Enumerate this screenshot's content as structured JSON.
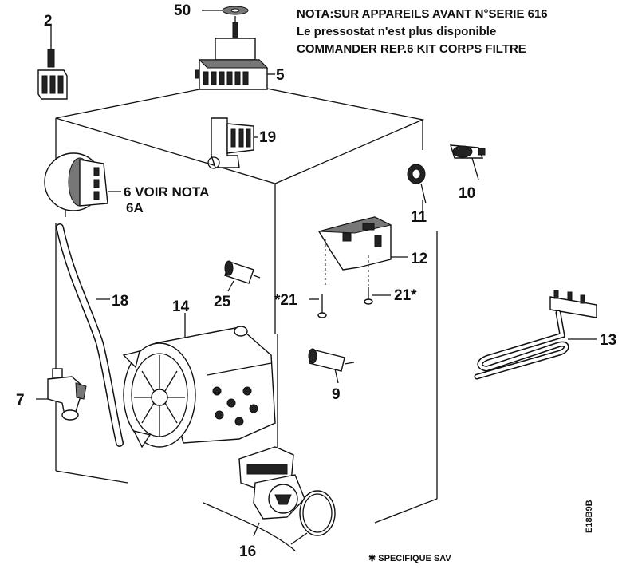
{
  "notes": {
    "line1": "NOTA:SUR APPAREILS AVANT N°SERIE 616",
    "line2": "Le pressostat n'est plus disponible",
    "line3": "COMMANDER REP.6 KIT CORPS FILTRE"
  },
  "footnote": "✱ SPECIFIQUE SAV",
  "drawing_ref": "E18B9B",
  "labels": {
    "p2": "2",
    "p50": "50",
    "p5": "5",
    "p19": "19",
    "p6": "6 VOIR NOTA",
    "p6a": "6A",
    "p10": "10",
    "p11": "11",
    "p12": "12",
    "p21_left": "*21",
    "p21_right": "21*",
    "p25": "25",
    "p18": "18",
    "p14": "14",
    "p13": "13",
    "p9": "9",
    "p7": "7",
    "p16": "16"
  }
}
